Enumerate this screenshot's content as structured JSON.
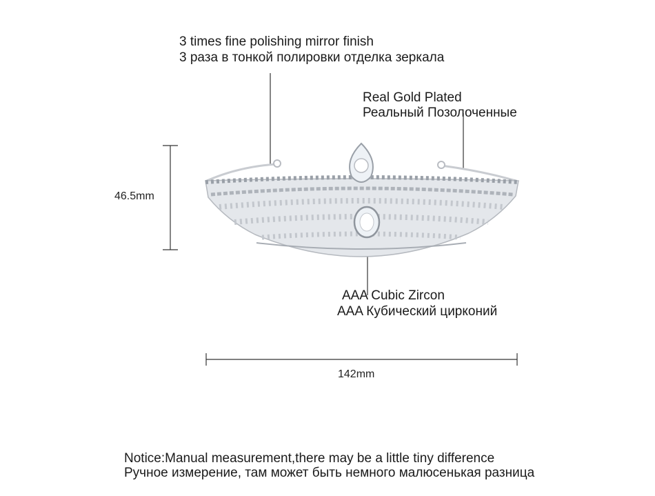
{
  "annotations": {
    "finish": {
      "en": "3 times fine polishing mirror finish",
      "ru": "3 раза в тонкой полировки отделка зеркала"
    },
    "plating": {
      "en": "Real Gold Plated",
      "ru": "Реальный Позолоченные"
    },
    "stone": {
      "en": "AAA Cubic Zircon",
      "ru": "AAA Кубический цирконий"
    }
  },
  "dimensions": {
    "height": "46.5mm",
    "width": "142mm"
  },
  "notice": {
    "en": "Notice:Manual measurement,there may be a little tiny difference",
    "ru": "Ручное измерение, там может быть немного малюсенькая разница"
  },
  "colors": {
    "line": "#333333",
    "metal": "#c9ccd1",
    "stone": "#eef2f6"
  }
}
